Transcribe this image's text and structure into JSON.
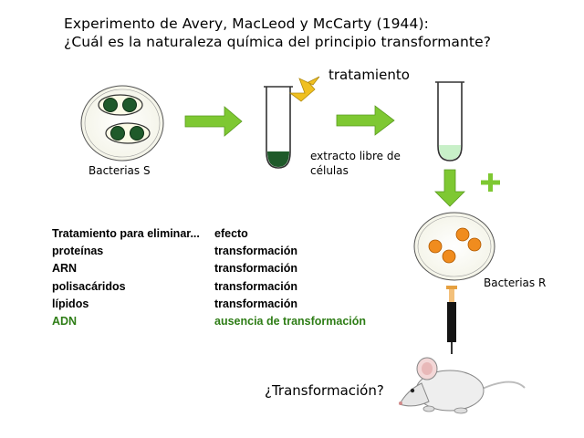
{
  "title": {
    "line1": "Experimento de Avery, MacLeod y McCarty (1944):",
    "line2": "¿Cuál es la naturaleza química del principio transformante?"
  },
  "labels": {
    "bacterias_s": "Bacterias S",
    "tratamiento": "tratamiento",
    "extracto_line1": "extracto libre de",
    "extracto_line2": "células",
    "bacterias_r": "Bacterias R",
    "question": "¿Transformación?"
  },
  "table": {
    "header": {
      "treatment": "Tratamiento para eliminar...",
      "effect": "efecto"
    },
    "rows": [
      {
        "treatment": "proteínas",
        "effect": "transformación"
      },
      {
        "treatment": "ARN",
        "effect": "transformación"
      },
      {
        "treatment": "polisacáridos",
        "effect": "transformación"
      },
      {
        "treatment": "lípidos",
        "effect": "transformación"
      },
      {
        "treatment": "ADN",
        "effect": "ausencia de transformación"
      }
    ]
  },
  "colors": {
    "arrow_green": "#7ec832",
    "treatment_arrow": "#f0c020",
    "bacteria_s": "#1f5a2a",
    "bacteria_r": "#f08c1e",
    "highlight": "#2e7d16"
  },
  "icons": [
    "bacteria-s-dish-icon",
    "tube-icon",
    "treatment-arrow-icon",
    "bacteria-r-dish-icon",
    "plus-icon",
    "syringe-icon",
    "mouse-icon"
  ]
}
